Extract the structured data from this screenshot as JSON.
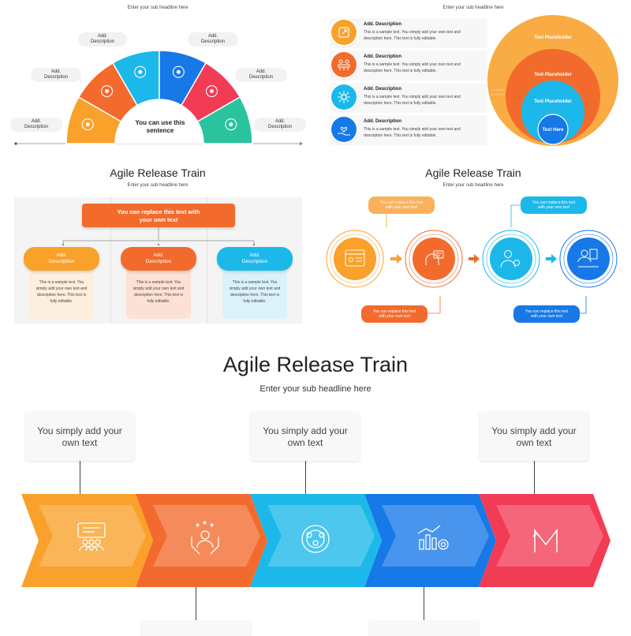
{
  "colors": {
    "orange": "#f9a12a",
    "orange_red": "#f26b2c",
    "cyan": "#1cb8ea",
    "blue": "#1778e8",
    "red": "#f23b55",
    "teal": "#2bc39d"
  },
  "slide_tl": {
    "subtitle": "Enter your sub headline here",
    "center_line1": "You can use this",
    "center_line2": "sentence",
    "labels": [
      {
        "line1": "Add.",
        "line2": "Description"
      },
      {
        "line1": "Add.",
        "line2": "Description"
      },
      {
        "line1": "Add.",
        "line2": "Description"
      },
      {
        "line1": "Add.",
        "line2": "Description"
      },
      {
        "line1": "Add.",
        "line2": "Description"
      },
      {
        "line1": "Add.",
        "line2": "Description"
      }
    ],
    "icons": [
      "lightbulb-icon",
      "brain-gear-icon",
      "team-board-icon",
      "globe-people-icon",
      "scales-icon",
      "handshake-icon"
    ]
  },
  "slide_tr": {
    "subtitle": "Enter your sub headline here",
    "items": [
      {
        "heading": "Add. Description",
        "text": "This is a sample text. You simply add your own text and description here. This text is fully editable.",
        "icon": "expand-icon"
      },
      {
        "heading": "Add. Description",
        "text": "This is a sample text. You simply add your own text and description here. This text is fully editable.",
        "icon": "team-meeting-icon"
      },
      {
        "heading": "Add. Description",
        "text": "This is a sample text. You simply add your own text and description here. This text is fully editable.",
        "icon": "network-icon"
      },
      {
        "heading": "Add. Description",
        "text": "This is a sample text. You simply add your own text and description here. This text is fully editable.",
        "icon": "hand-heart-icon"
      }
    ],
    "circles": [
      "Text Placeholder",
      "Text Placeholder",
      "Text Placeholder",
      "Text Here"
    ]
  },
  "slide_ml": {
    "title": "Agile Release Train",
    "subtitle": "Enter your sub headline here",
    "banner_line1": "You can replace this text with",
    "banner_line2": "your own text",
    "columns": [
      {
        "head1": "Add.",
        "head2": "Description",
        "body": [
          "This is a sample text. You",
          "simply add your own text and",
          "description here. This text is",
          "fully editable."
        ]
      },
      {
        "head1": "Add.",
        "head2": "Description",
        "body": [
          "This is a sample text. You",
          "simply add your own text and",
          "description here. This text is",
          "fully editable."
        ]
      },
      {
        "head1": "Add.",
        "head2": "Description",
        "body": [
          "This is a sample text. You",
          "simply add your own text and",
          "description here. This text is",
          "fully editable."
        ]
      }
    ]
  },
  "slide_mr": {
    "title": "Agile Release Train",
    "subtitle": "Enter your sub headline here",
    "pills": [
      {
        "line1": "You can replace this text",
        "line2": "with your own text"
      },
      {
        "line1": "You can replace this text",
        "line2": "with your own text"
      },
      {
        "line1": "You can replace this text",
        "line2": "with your own text"
      },
      {
        "line1": "You can replace this text",
        "line2": "with your own text"
      }
    ],
    "icons": [
      "profile-card-icon",
      "support-chat-icon",
      "user-gear-icon",
      "rating-review-icon"
    ]
  },
  "slide_main": {
    "title": "Agile Release Train",
    "subtitle": "Enter your sub headline here",
    "boxes": [
      {
        "line1": "You simply add your",
        "line2": "own text"
      },
      {
        "line1": "You simply add your",
        "line2": "own text"
      },
      {
        "line1": "You simply add your",
        "line2": "own text"
      }
    ],
    "icons": [
      "org-chart-icon",
      "hands-person-stars-icon",
      "team-gear-icon",
      "growth-chart-gear-icon",
      "pivot-arrow-icon"
    ]
  }
}
